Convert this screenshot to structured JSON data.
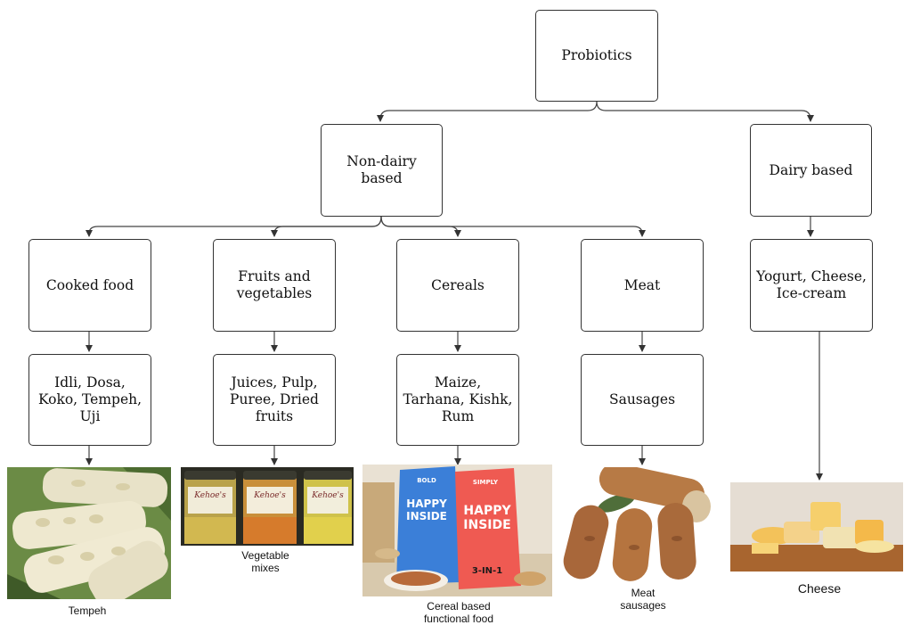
{
  "diagram": {
    "root": "Probiotics",
    "non_dairy": "Non-dairy\nbased",
    "dairy": "Dairy based",
    "categories": {
      "cooked": "Cooked food",
      "fruits": "Fruits and\nvegetables",
      "cereals": "Cereals",
      "meat": "Meat",
      "dairy_products": "Yogurt, Cheese,\nIce-cream"
    },
    "examples": {
      "cooked": "Idli, Dosa,\nKoko, Tempeh,\nUji",
      "fruits": "Juices, Pulp,\nPuree, Dried\nfruits",
      "cereals": "Maize,\nTarhana, Kishk,\nRum",
      "meat": "Sausages"
    },
    "captions": {
      "tempeh": "Tempeh",
      "vegetable": "Vegetable\nmixes",
      "cereal": "Cereal based\nfunctional food",
      "meat": "Meat\nsausages",
      "cheese": "Cheese"
    },
    "photo_text": {
      "jar_brand": "Kehoe's",
      "bag_text_1": "HAPPY\nINSIDE",
      "bag_text_2": "HAPPY\nINSIDE",
      "bag_small_1": "BOLD",
      "bag_small_2": "SIMPLY",
      "bag_power": "3-IN-1"
    }
  }
}
